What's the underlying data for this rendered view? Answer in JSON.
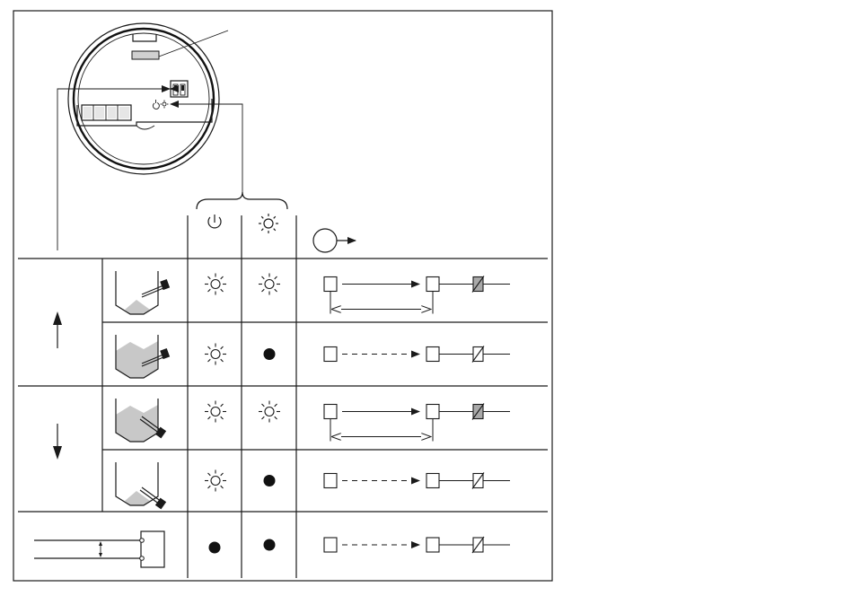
{
  "header": {
    "power_icon": "power-icon",
    "light_icon": "sun-icon",
    "output_icon": "output-arrow-icon"
  },
  "rows": [
    {
      "id": "rise-low",
      "level": "low",
      "trend": "up",
      "power": "on",
      "status": "on",
      "output": "pulsed",
      "switch": "shaded"
    },
    {
      "id": "rise-high",
      "level": "high",
      "trend": "up",
      "power": "on",
      "status": "off",
      "output": "steady",
      "switch": "open"
    },
    {
      "id": "fall-high",
      "level": "high",
      "trend": "down",
      "power": "on",
      "status": "on",
      "output": "pulsed",
      "switch": "shaded"
    },
    {
      "id": "fall-low",
      "level": "low",
      "trend": "down",
      "power": "on",
      "status": "off",
      "output": "steady",
      "switch": "open"
    },
    {
      "id": "fault",
      "level": "none",
      "trend": "none",
      "power": "off",
      "status": "off",
      "output": "steady",
      "switch": "open"
    }
  ],
  "colors": {
    "line": "#1a1a1a",
    "medium": "#c8c8c8",
    "lamp_off": "#111111"
  }
}
